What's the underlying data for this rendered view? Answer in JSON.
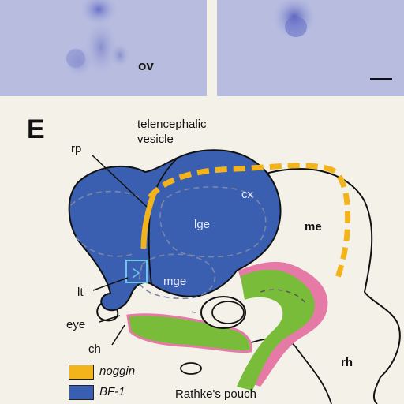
{
  "photos": {
    "left_label": "ov"
  },
  "panel": {
    "letter": "E"
  },
  "labels": {
    "telencephalic": "telencephalic",
    "vesicle": "vesicle",
    "rp": "rp",
    "cx": "cx",
    "lge": "lge",
    "mge": "mge",
    "me": "me",
    "lt": "lt",
    "eye": "eye",
    "ch": "ch",
    "rh": "rh",
    "rathke": "Rathke's pouch"
  },
  "legend": [
    {
      "label": "noggin",
      "color": "#f2b31b"
    },
    {
      "label": "BF-1",
      "color": "#3a5fb0"
    }
  ],
  "colors": {
    "bf1_blue": "#3a5fb0",
    "noggin_yellow": "#f2b31b",
    "green": "#78bc3a",
    "pink": "#e57aa6",
    "cyan_box": "#6ec6ea",
    "photo_bg": "#b8bde0"
  }
}
